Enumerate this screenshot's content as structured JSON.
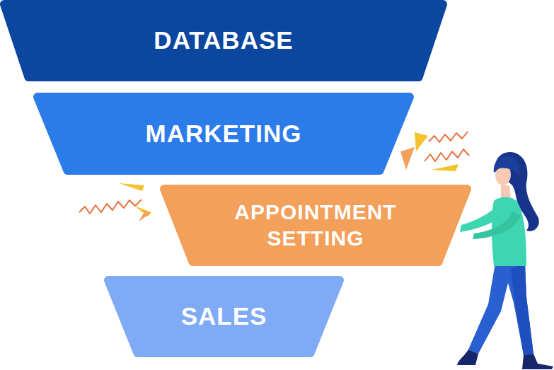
{
  "diagram": {
    "nodes": [
      {
        "text": [
          "DATABASE"
        ]
      },
      {
        "text": [
          "MARKETING"
        ]
      },
      {
        "text": [
          "APPOINTMENT SETTING"
        ]
      },
      {
        "text": [
          "SALES"
        ]
      }
    ]
  }
}
